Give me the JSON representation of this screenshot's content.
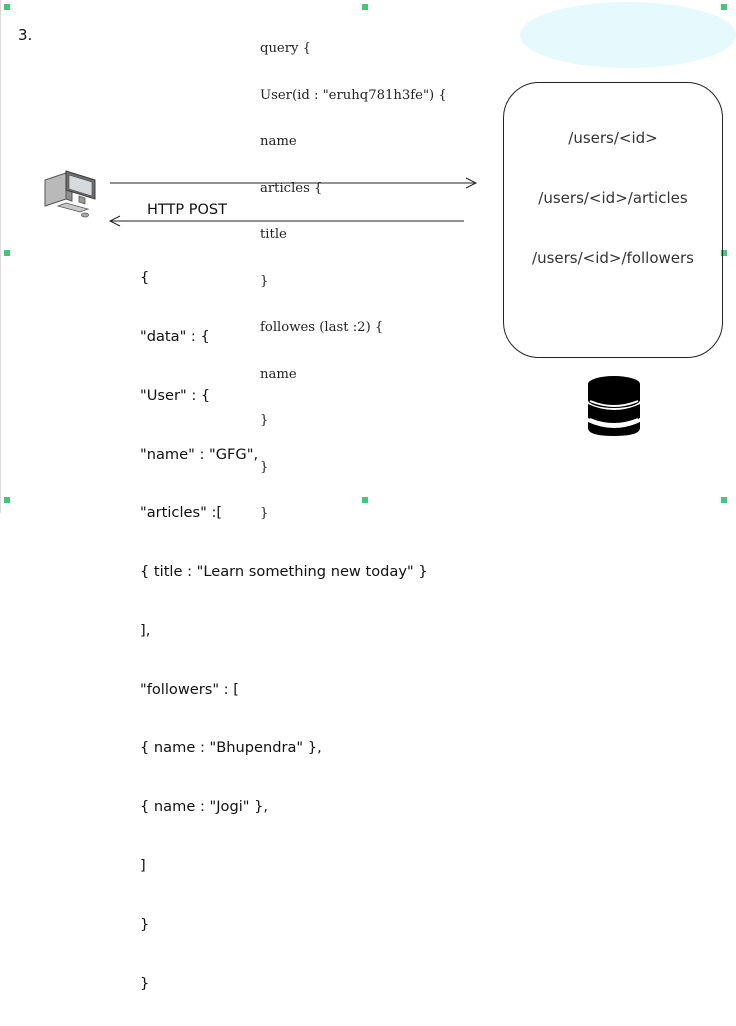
{
  "step_number": "3.",
  "query_lines": [
    "query {",
    "User(id : \"eruhq781h3fe\") {",
    "name",
    "articles {",
    "title",
    "}",
    "followes (last :2) {",
    "name",
    "}",
    "}",
    "}"
  ],
  "http_label": "HTTP POST",
  "response_lines": [
    "{",
    "\"data\" : {",
    "\"User\" : {",
    "\"name\" : \"GFG\",",
    "\"articles\" :[",
    "{ title : \"Learn something new today\" }",
    "],",
    "\"followers\" : [",
    "{ name : \"Bhupendra\" },",
    "{ name : \"Jogi\" },",
    "]",
    "}",
    "}",
    "}"
  ],
  "endpoints": [
    "/users/<id>",
    "/users/<id>/articles",
    "/users/<id>/followers"
  ],
  "icons": {
    "client": "computer-icon",
    "database": "database-icon"
  },
  "colors": {
    "selection_handle": "#3ec87a",
    "cloud_fill": "#e6fafd",
    "stroke": "#222222"
  }
}
